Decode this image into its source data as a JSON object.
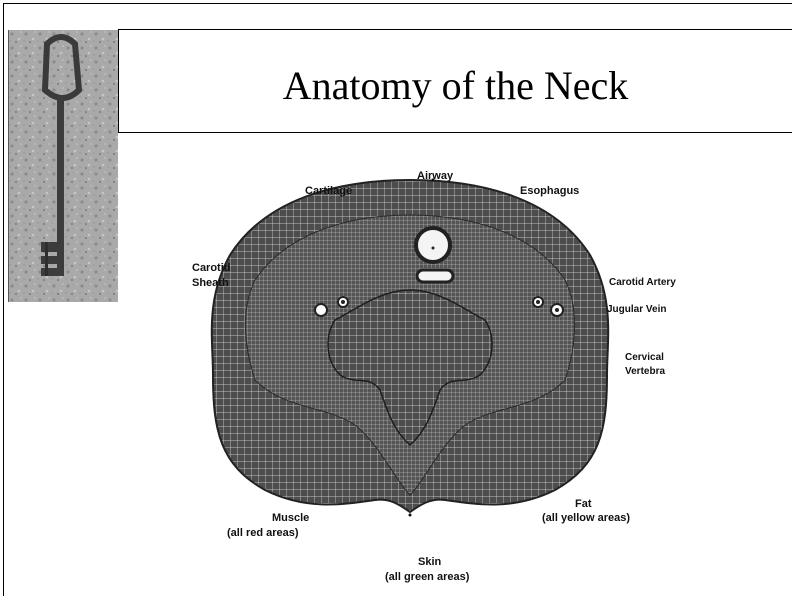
{
  "slide": {
    "title": "Anatomy of the Neck"
  },
  "decoration": {
    "key_image": "skeleton-key-on-gravel"
  },
  "diagram": {
    "labels": {
      "airway": "Airway",
      "cartilage": "Cartilage",
      "esophagus": "Esophagus",
      "carotid_sheath_1": "Carotid",
      "carotid_sheath_2": "Sheath",
      "carotid_artery": "Carotid Artery",
      "jugular_vein": "Jugular Vein",
      "cervical_1": "Cervical",
      "cervical_2": "Vertebra",
      "muscle_1": "Muscle",
      "muscle_2": "(all red areas)",
      "fat_1": "Fat",
      "fat_2": "(all yellow areas)",
      "skin_1": "Skin",
      "skin_2": "(all green areas)"
    }
  }
}
